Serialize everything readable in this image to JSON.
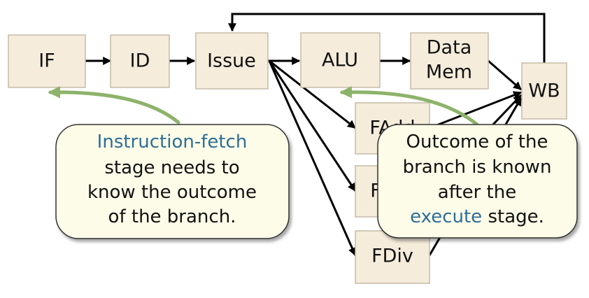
{
  "stages": {
    "if": "IF",
    "id": "ID",
    "issue": "Issue",
    "alu": "ALU",
    "datamem_line1": "Data",
    "datamem_line2": "Mem",
    "wb": "WB",
    "fadd": "FAdd",
    "fmul": "FMul",
    "fdiv": "FDiv"
  },
  "callout_left": {
    "line1": "Instruction-fetch",
    "line2": "stage needs to",
    "line3": "know the outcome",
    "line4": "of the branch."
  },
  "callout_right": {
    "line1": "Outcome of the",
    "line2": "branch is known",
    "line3": "after the",
    "line4_highlight": "execute",
    "line4_rest": " stage."
  },
  "colors": {
    "stage_fill": "#f6ecdb",
    "callout_fill": "#fcfce8",
    "highlight_text": "#2e6e99",
    "green_arrow": "#8db36a"
  }
}
